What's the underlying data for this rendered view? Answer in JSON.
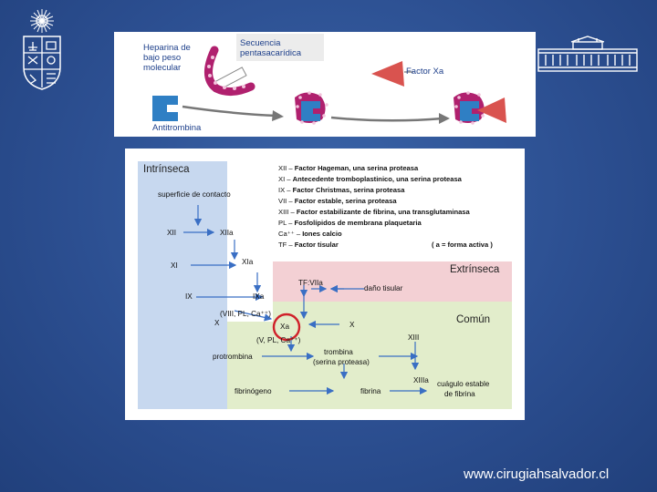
{
  "top_panel": {
    "heparin_label": "Heparina de bajo peso molecular",
    "sequence_label": "Secuencia pentasacarídica",
    "factor_xa_label": "Factor Xa",
    "antithrombin_label": "Antitrombina"
  },
  "cascade": {
    "intrinsic_title": "Intrínseca",
    "extrinsic_title": "Extrínseca",
    "common_title": "Común",
    "contact_surface": "superficie de contacto",
    "xii": "XII",
    "xiia": "XIIa",
    "xi": "XI",
    "xia": "XIa",
    "ix": "IX",
    "ixa": "IXa",
    "cofactors_intrinsic": "(VIII, PL, Ca⁺⁺)",
    "x_left": "X",
    "xa": "Xa",
    "x_right": "X",
    "cofactors_common": "(V, PL, Ca⁺⁺)",
    "tf_viia": "TF:VIIa",
    "tissue_damage": "daño tisular",
    "xiii": "XIII",
    "xiiia": "XIIIa",
    "prothrombin": "protrombina",
    "thrombin": "trombina",
    "thrombin_note": "(serina proteasa)",
    "fibrinogen": "fibrinógeno",
    "fibrin": "fibrina",
    "stable_clot_1": "cuágulo estable",
    "stable_clot_2": "de fibrina"
  },
  "legend": {
    "rows": [
      {
        "code": "XII",
        "text": "Factor Hageman, una serina proteasa"
      },
      {
        "code": "XI",
        "text": "Antecedente tromboplastinico, una serina proteasa"
      },
      {
        "code": "IX",
        "text": "Factor Christmas, serina proteasa"
      },
      {
        "code": "VII",
        "text": "Factor estable, serina proteasa"
      },
      {
        "code": "XIII",
        "text": "Factor estabilizante de fibrina, una transglutaminasa"
      },
      {
        "code": "PL",
        "text": "Fosfolípidos de membrana plaquetaria"
      },
      {
        "code": "Ca⁺⁺",
        "text": "Iones calcio"
      },
      {
        "code": "TF",
        "text": "Factor tisular"
      }
    ],
    "active_note": "( a = forma activa )"
  },
  "footer": {
    "url": "www.cirugiahsalvador.cl"
  },
  "colors": {
    "background": "#2c4f91",
    "intrinsic_zone": "#c7d8ef",
    "extrinsic_zone": "#f3d0d4",
    "common_zone": "#e2edcb",
    "arrow": "#3a6fc4",
    "highlight_circle": "#d0212a",
    "molecule_magenta": "#b0206e",
    "antithrombin_blue": "#2f7fc4",
    "factor_xa_red": "#d9534f"
  },
  "icons": [
    "university-seal-icon",
    "building-facade-icon"
  ]
}
